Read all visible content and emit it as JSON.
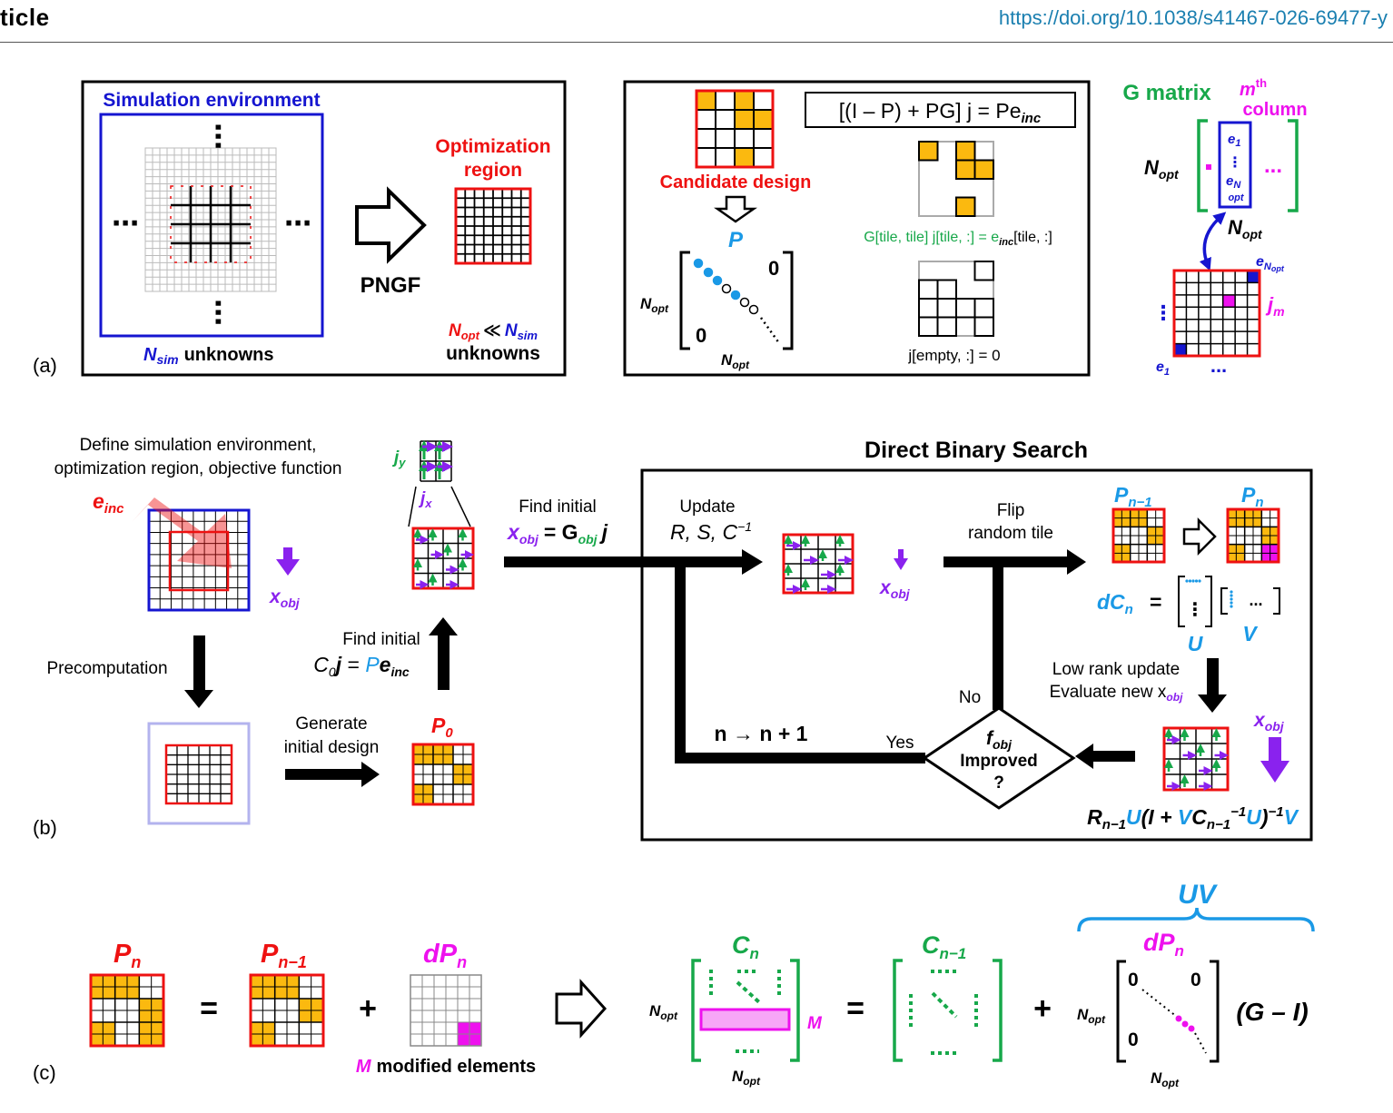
{
  "header": {
    "section": "ticle",
    "doi": "https://doi.org/10.1038/s41467-026-69477-y"
  },
  "colors": {
    "red": "#ee1111",
    "blue": "#1515d0",
    "cyan": "#1a99e6",
    "green": "#17a84a",
    "magenta": "#ee11ee",
    "purple": "#8a22ee",
    "orange": "#fbb90f"
  },
  "panel_a": {
    "label": "(a)",
    "sim_title": "Simulation environment",
    "dots": "⋯",
    "n_sim": "N",
    "n_sim_sub": "sim",
    "unknowns": "unknowns",
    "pngf": "PNGF",
    "opt_region_1": "Optimization",
    "opt_region_2": "region",
    "n_opt": "N",
    "n_opt_sub": "opt",
    "ll": "≪",
    "candidate": "Candidate design",
    "p": "P",
    "zero": "0",
    "equation": "[(I – P) + PG] j = Pe",
    "equation_sub": "inc",
    "g_tile_eq": "G[tile, tile] j[tile, :] = e",
    "g_tile_eq_sub": "inc",
    "g_tile_eq_end": "[tile, :]",
    "j_empty": "j[empty, :] = 0",
    "g_matrix": "G matrix",
    "mth": "m",
    "mth_sup": "th",
    "column": "column",
    "e1": "e",
    "e1_sub": "1",
    "eN": "e",
    "eN_sub": "N",
    "eN_subsub": "opt",
    "jm": "j",
    "jm_sub": "m"
  },
  "panel_b": {
    "label": "(b)",
    "define_1": "Define simulation environment,",
    "define_2": "optimization region, objective function",
    "e_inc": "e",
    "e_inc_sub": "inc",
    "x_obj": "x",
    "x_obj_sub": "obj",
    "precomp": "Precomputation",
    "generate_1": "Generate",
    "generate_2": "initial design",
    "p0": "P",
    "p0_sub": "0",
    "find_initial": "Find initial",
    "c0_eq": "C",
    "jy": "j",
    "jy_sub": "y",
    "jx": "j",
    "jx_sub": "x",
    "find_initial_2": "Find initial",
    "xobj_eq": "= G",
    "dbs_title": "Direct Binary Search",
    "update": "Update",
    "update_2": "R, S, C",
    "update_sup": "−1",
    "flip_1": "Flip",
    "flip_2": "random tile",
    "p_nm1": "P",
    "p_nm1_sub": "n−1",
    "p_n": "P",
    "p_n_sub": "n",
    "dcn": "dC",
    "dcn_sub": "n",
    "eq": "=",
    "u": "U",
    "v": "V",
    "low_rank_1": "Low rank update",
    "low_rank_2": "Evaluate new x",
    "no": "No",
    "yes": "Yes",
    "n_incr": "n → n + 1",
    "fobj": "f",
    "fobj_sub": "obj",
    "improved": "Improved",
    "q": "?",
    "formula": "R"
  },
  "panel_c": {
    "label": "(c)",
    "pn": "P",
    "pn_sub": "n",
    "pnm1": "P",
    "pnm1_sub": "n−1",
    "dpn": "dP",
    "dpn_sub": "n",
    "plus": "+",
    "eq": "=",
    "m": "M",
    "modified": "modified elements",
    "cn": "C",
    "cn_sub": "n",
    "cnm1": "C",
    "cnm1_sub": "n−1",
    "uv": "UV",
    "g_i": "(G – I)"
  }
}
